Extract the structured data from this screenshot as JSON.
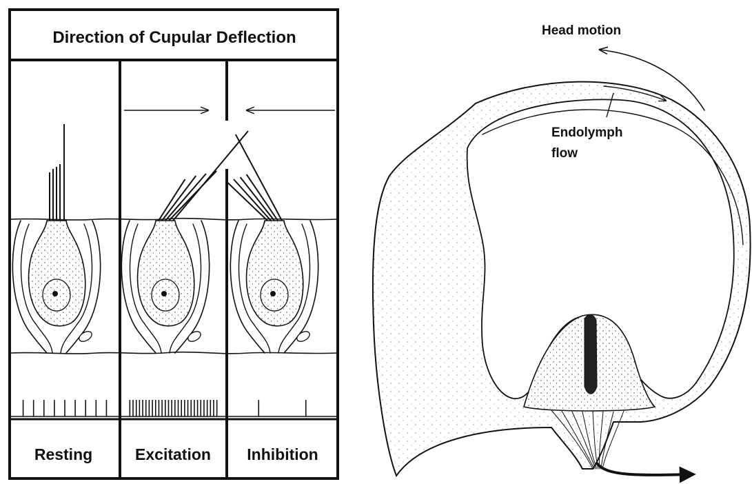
{
  "left_panel": {
    "title": "Direction of Cupular Deflection",
    "states": [
      {
        "label": "Resting",
        "spike_count": 9
      },
      {
        "label": "Excitation",
        "spike_count": 28
      },
      {
        "label": "Inhibition",
        "spike_count": 2
      }
    ]
  },
  "right_panel": {
    "head_motion_label": "Head motion",
    "endolymph_label_line1": "Endolymph",
    "endolymph_label_line2": "flow"
  },
  "colors": {
    "ink": "#111111",
    "background": "#ffffff"
  }
}
